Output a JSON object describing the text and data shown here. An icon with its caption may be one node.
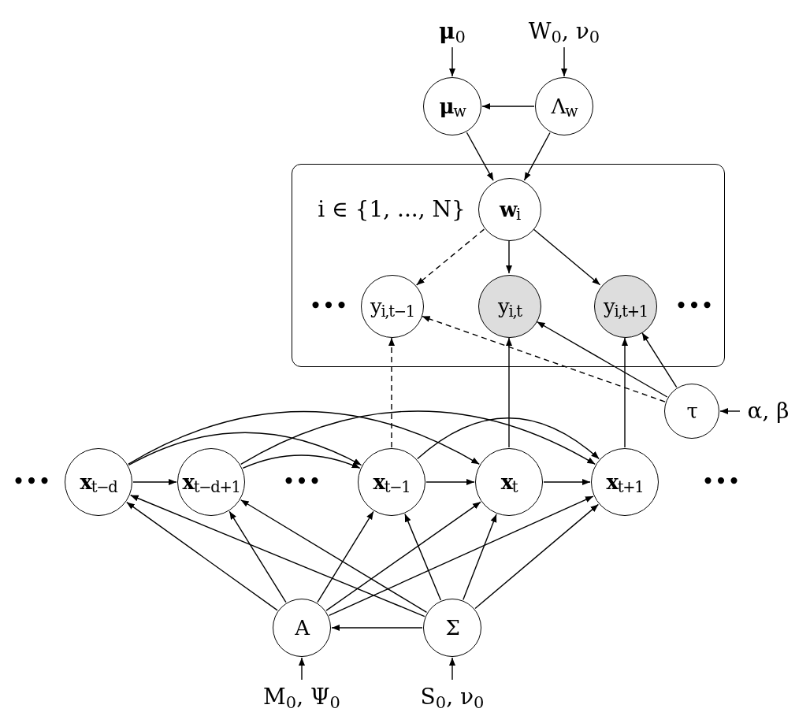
{
  "diagram": {
    "nodes": [
      {
        "text": [
          "**μ**$_{0}$"
        ]
      },
      {
        "text": [
          "W$_{0}$, ν$_{0}$"
        ]
      },
      {
        "text": [
          "**μ**$_{w}$"
        ]
      },
      {
        "text": [
          "Λ$_{w}$"
        ]
      },
      {
        "text": [],
        "shape": "box"
      },
      {
        "text": [
          "**w**$_{i}$"
        ],
        "in": 4
      },
      {
        "text": [
          "y$_{i,t−1}$"
        ],
        "in": 4
      },
      {
        "text": [
          "y$_{i,t}$"
        ],
        "in": 4
      },
      {
        "text": [
          "y$_{i,t+1}$"
        ],
        "in": 4
      },
      {
        "text": [
          "τ"
        ]
      },
      {
        "text": [
          "α, β"
        ]
      },
      {
        "text": [
          "**x**$_{t−d}$"
        ]
      },
      {
        "text": [
          "**x**$_{t−d+1}$"
        ]
      },
      {
        "text": [
          "**x**$_{t−1}$"
        ]
      },
      {
        "text": [
          "**x**$_{t}$"
        ]
      },
      {
        "text": [
          "**x**$_{t+1}$"
        ]
      },
      {
        "text": [
          "A"
        ]
      },
      {
        "text": [
          "Σ"
        ]
      },
      {
        "text": [
          "M$_{0}$, Ψ$_{0}$"
        ]
      },
      {
        "text": [
          "S$_{0}$, ν$_{0}$"
        ]
      }
    ],
    "edges": [
      {
        "from": 0,
        "to": 2,
        "arrow": "to"
      },
      {
        "from": 1,
        "to": 3,
        "arrow": "to"
      },
      {
        "from": 3,
        "to": 2,
        "arrow": "to"
      },
      {
        "from": 2,
        "to": 5,
        "arrow": "to"
      },
      {
        "from": 3,
        "to": 5,
        "arrow": "to"
      },
      {
        "from": 5,
        "to": 6,
        "arrow": "to",
        "style": "dashed"
      },
      {
        "from": 5,
        "to": 7,
        "arrow": "to"
      },
      {
        "from": 5,
        "to": 8,
        "arrow": "to"
      },
      {
        "from": 13,
        "to": 6,
        "arrow": "to",
        "style": "dashed"
      },
      {
        "from": 14,
        "to": 7,
        "arrow": "to"
      },
      {
        "from": 15,
        "to": 8,
        "arrow": "to"
      },
      {
        "from": 9,
        "to": 6,
        "arrow": "to",
        "style": "dashed"
      },
      {
        "from": 9,
        "to": 7,
        "arrow": "to"
      },
      {
        "from": 9,
        "to": 8,
        "arrow": "to"
      },
      {
        "from": 10,
        "to": 9,
        "arrow": "to"
      },
      {
        "from": 11,
        "to": 12,
        "arrow": "to"
      },
      {
        "from": 13,
        "to": 14,
        "arrow": "to"
      },
      {
        "from": 14,
        "to": 15,
        "arrow": "to"
      },
      {
        "from": 11,
        "to": 13,
        "arrow": "to"
      },
      {
        "from": 11,
        "to": 14,
        "arrow": "to"
      },
      {
        "from": 12,
        "to": 13,
        "arrow": "to"
      },
      {
        "from": 12,
        "to": 15,
        "arrow": "to"
      },
      {
        "from": 13,
        "to": 15,
        "arrow": "to"
      },
      {
        "from": 16,
        "to": 11,
        "arrow": "to"
      },
      {
        "from": 16,
        "to": 12,
        "arrow": "to"
      },
      {
        "from": 16,
        "to": 13,
        "arrow": "to"
      },
      {
        "from": 16,
        "to": 14,
        "arrow": "to"
      },
      {
        "from": 16,
        "to": 15,
        "arrow": "to"
      },
      {
        "from": 17,
        "to": 11,
        "arrow": "to"
      },
      {
        "from": 17,
        "to": 12,
        "arrow": "to"
      },
      {
        "from": 17,
        "to": 13,
        "arrow": "to"
      },
      {
        "from": 17,
        "to": 14,
        "arrow": "to"
      },
      {
        "from": 17,
        "to": 15,
        "arrow": "to"
      },
      {
        "from": 17,
        "to": 16,
        "arrow": "to"
      },
      {
        "from": 18,
        "to": 16,
        "arrow": "to"
      },
      {
        "from": 19,
        "to": 17,
        "arrow": "to"
      }
    ],
    "labels": [
      "i ∈ {1, ..., N}",
      "•••",
      "•••",
      "•••",
      "•••",
      "•••"
    ]
  }
}
